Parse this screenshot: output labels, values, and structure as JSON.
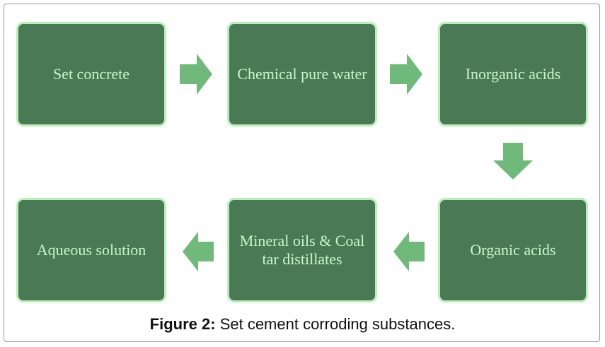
{
  "boxes": [
    {
      "label": "Set concrete"
    },
    {
      "label": "Chemical pure water"
    },
    {
      "label": "Inorganic acids"
    },
    {
      "label": "Organic acids"
    },
    {
      "label": "Mineral oils & Coal tar distillates"
    },
    {
      "label": "Aqueous solution"
    }
  ],
  "caption": {
    "prefix": "Figure 2:",
    "text": " Set cement corroding substances."
  },
  "colors": {
    "box_fill": "#4a7a54",
    "box_border": "#b9efb9",
    "box_text": "#c8f5c8",
    "arrow": "#6fba7b"
  },
  "arrows": [
    {
      "direction": "right-arrow-icon"
    },
    {
      "direction": "right-arrow-icon"
    },
    {
      "direction": "down-arrow-icon"
    },
    {
      "direction": "left-arrow-icon"
    },
    {
      "direction": "left-arrow-icon"
    }
  ]
}
